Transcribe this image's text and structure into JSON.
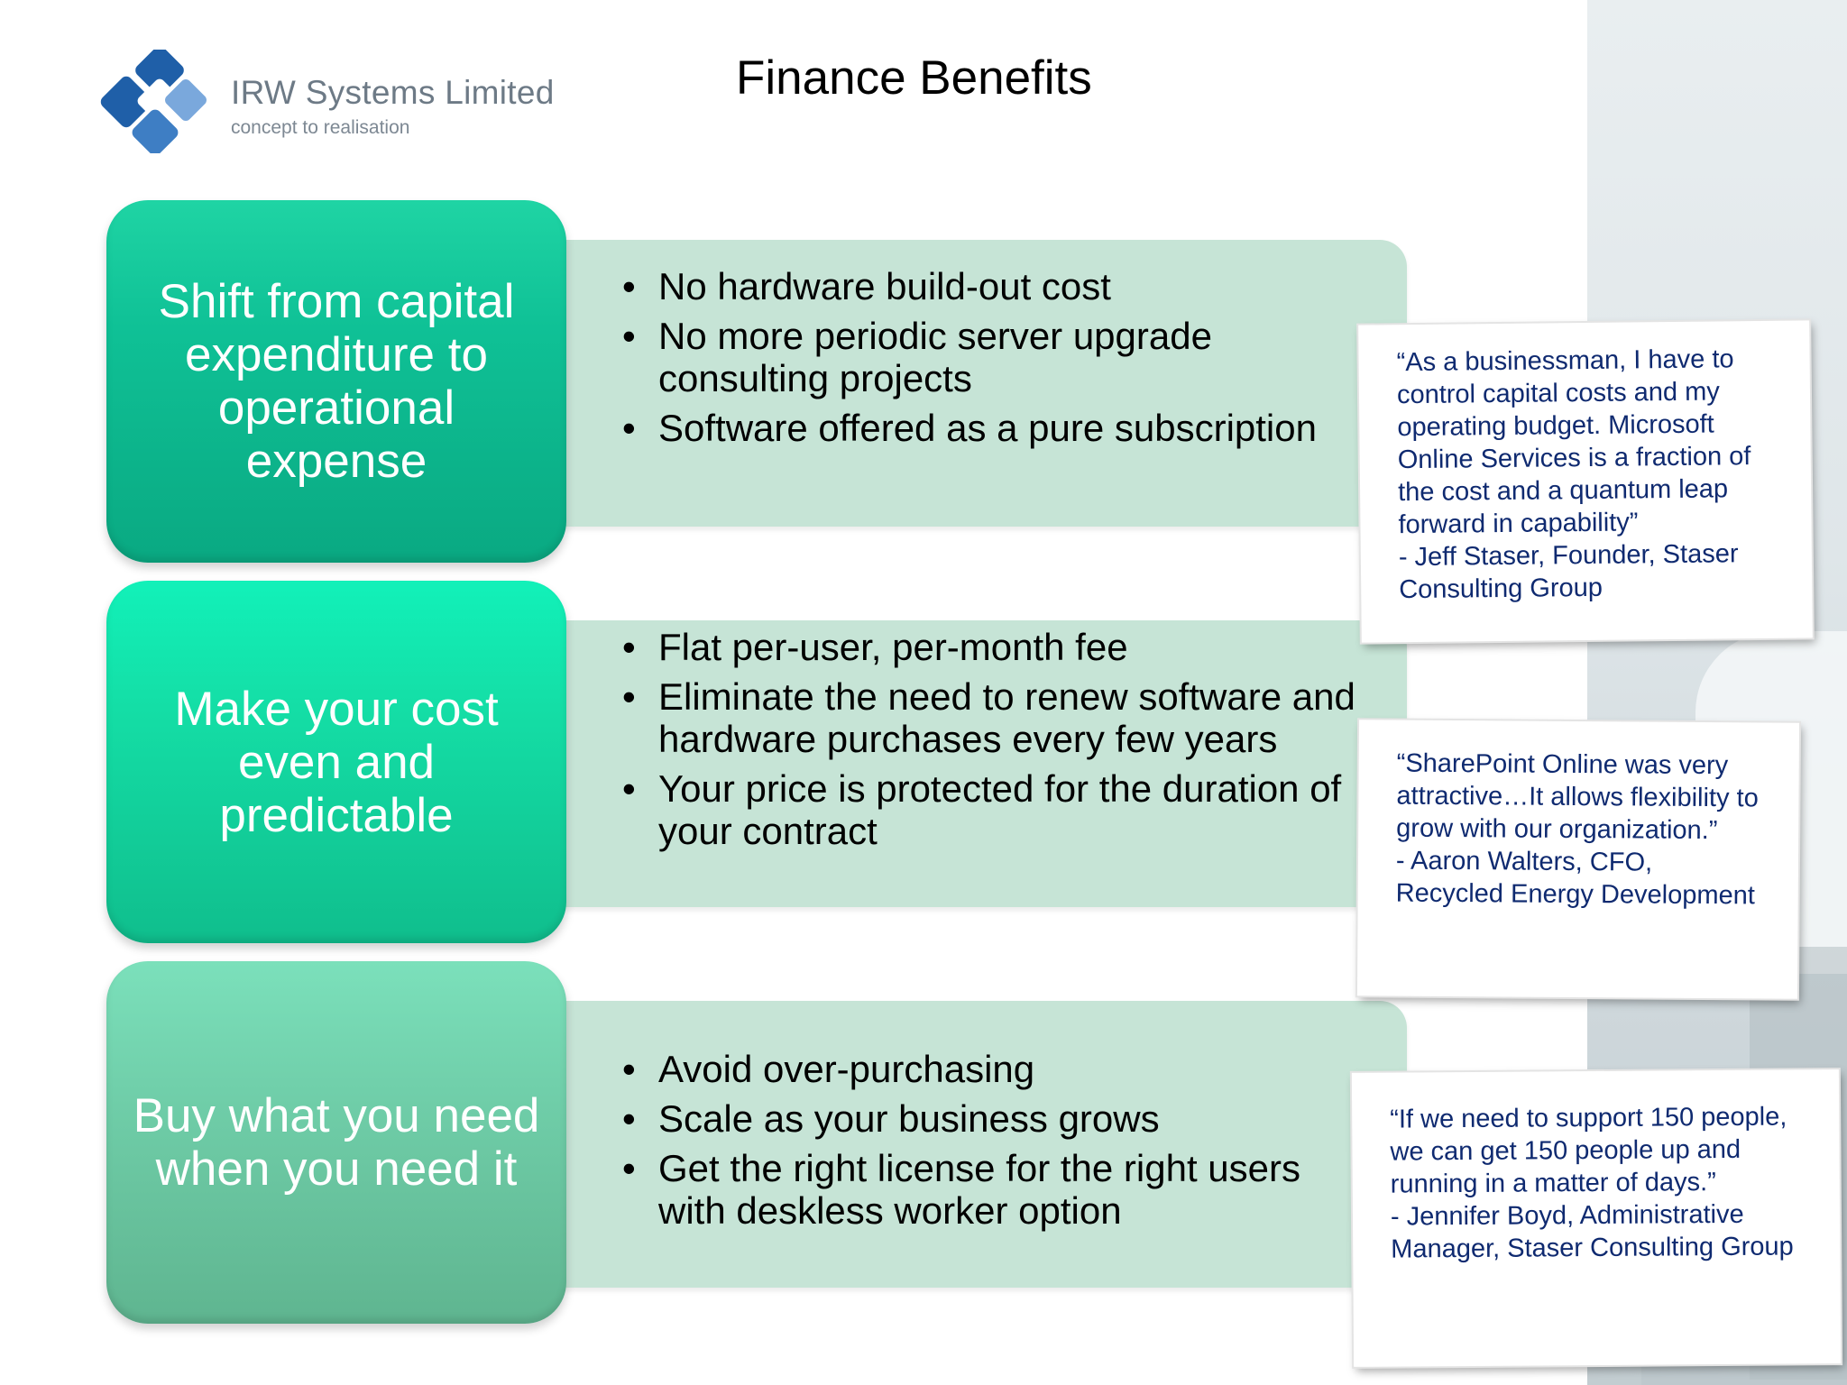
{
  "logo": {
    "company": "IRW Systems Limited",
    "tagline": "concept to realisation",
    "colors": {
      "dark": "#1f5fa8",
      "mid": "#3e7ec4",
      "light": "#7aa8dc"
    }
  },
  "title": "Finance Benefits",
  "rows": [
    {
      "heading": "Shift from capital expenditure to operational expense",
      "bullets": [
        "No hardware build-out cost",
        "No more periodic server upgrade consulting projects",
        "Software offered as a pure subscription"
      ]
    },
    {
      "heading": "Make your cost even and predictable",
      "bullets": [
        "Flat per-user, per-month fee",
        "Eliminate the need to renew software and hardware purchases every few years",
        "Your price is protected for the duration of your contract"
      ]
    },
    {
      "heading": "Buy what you need when you need it",
      "bullets": [
        "Avoid over-purchasing",
        "Scale as your business grows",
        "Get the right license for the right users with deskless worker option"
      ]
    }
  ],
  "quotes": [
    {
      "text": "“As a businessman, I have to control capital costs and my operating budget. Microsoft Online Services is a fraction of the cost and a quantum leap forward in capability”",
      "attribution": "- Jeff Staser, Founder, Staser Consulting Group"
    },
    {
      "text": "“SharePoint Online was very attractive…It allows flexibility to grow with our organization.”",
      "attribution": "- Aaron Walters, CFO, Recycled Energy Development"
    },
    {
      "text": "“If we need to support 150 people, we can get 150 people up and running in a matter of days.”",
      "attribution": "- Jennifer Boyd, Administrative Manager, Staser Consulting Group"
    }
  ],
  "colors": {
    "band": "#c6e4d6",
    "box1": "#0fc196",
    "box2": "#14dea6",
    "box3": "#6fcda8",
    "quote_text": "#0f2a70"
  }
}
